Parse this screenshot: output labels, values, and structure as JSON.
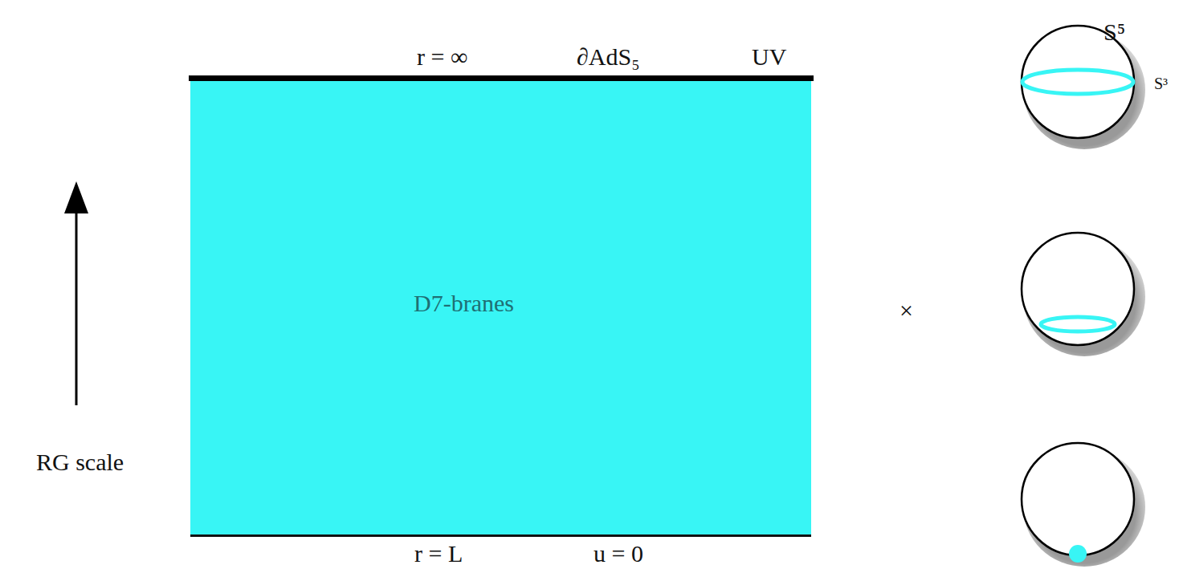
{
  "diagram": {
    "nodes": [
      {
        "text": [
          "D7-branes"
        ]
      }
    ],
    "labels": [
      "r = ∞",
      "∂AdS₅",
      "UV",
      "r = L",
      "u = 0",
      "RG scale",
      "×",
      "S⁵",
      "S³"
    ]
  }
}
